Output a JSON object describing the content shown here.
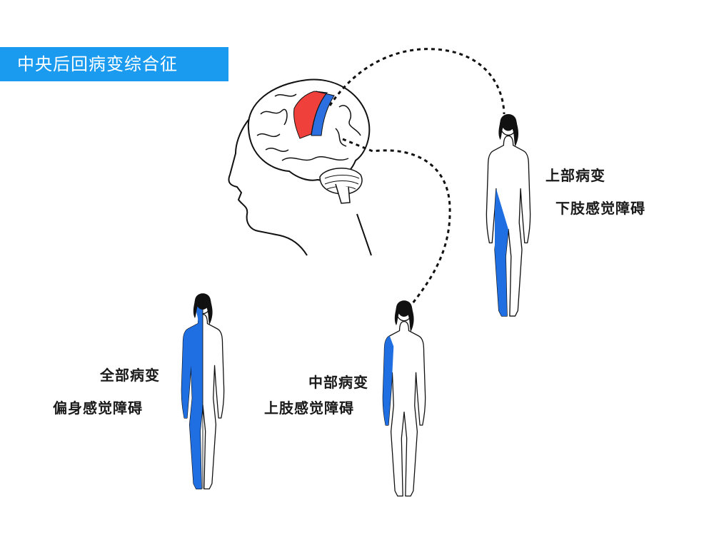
{
  "title": "中央后回病变综合征",
  "labels": {
    "upper": {
      "line1": "上部病变",
      "line2": "下肢感觉障碍"
    },
    "middle": {
      "line1": "中部病变",
      "line2": "上肢感觉障碍"
    },
    "full": {
      "line1": "全部病变",
      "line2": "偏身感觉障碍"
    }
  },
  "colors": {
    "banner": "#1a9bf0",
    "precentral_region": "#f0403c",
    "postcentral_region": "#2b6fe0",
    "sensory_deficit": "#1f6fe3",
    "outline": "#111111"
  },
  "icons": {
    "brain": "head-profile-with-brain",
    "figure": "female-body-figure"
  }
}
